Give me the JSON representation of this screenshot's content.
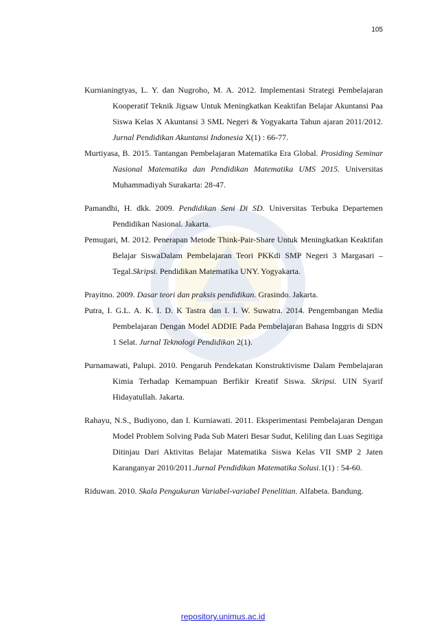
{
  "page_number": "105",
  "references": [
    {
      "before": "Kurnianingtyas, L. Y. dan Nugroho, M. A. 2012. Implementasi Strategi Pembelajaran Kooperatif Teknik Jigsaw Untuk Meningkatkan Keaktifan Belajar Akuntansi Paa Siswa Kelas X Akuntansi 3 SML Negeri & Yogyakarta Tahun ajaran 2011/2012. ",
      "italic": "Jurnal Pendidikan Akuntansi Indonesia",
      "after": " X(1) : 66-77."
    },
    {
      "before": "Murtiyasa, B. 2015. Tantangan Pembelajaran Matematika Era Global. ",
      "italic": "Prosiding Seminar Nasional Matematika dan Pendidikan Matematika UMS 2015.",
      "after": " Universitas Muhammadiyah Surakarta: 28-47."
    },
    {
      "before": "Pamandhi, H. dkk. 2009. ",
      "italic": "Pendidikan Seni Di SD.",
      "after": " Universitas Terbuka Departemen Pendidikan Nasional. Jakarta."
    },
    {
      "before": "Pemugari, M. 2012. Penerapan Metode Think-Pair-Share Untuk Meningkatkan Keaktifan Belajar SiswaDalam Pembelajaran Teori PKKdi SMP Negeri 3 Margasari – Tegal.",
      "italic": "Skripsi.",
      "after": " Pendidikan Matematika UNY. Yogyakarta."
    },
    {
      "before": "Prayitno. 2009. ",
      "italic": "Dasar teori dan praksis pendidikan.",
      "after": " Grasindo. Jakarta."
    },
    {
      "before": "Putra, I. G.L. A. K. I. D. K Tastra dan I. I. W. Suwatra. 2014. Pengembangan Media Pembelajaran Dengan Model ADDIE Pada Pembelajaran Bahasa Inggris di SDN 1 Selat. ",
      "italic": "Jurnal Teknologi Pendidikan",
      "after": " 2(1)."
    },
    {
      "before": "Purnamawati, Palupi. 2010. Pengaruh Pendekatan Konstruktivisme Dalam Pembelajaran Kimia Terhadap Kemampuan Berfikir Kreatif Siswa. ",
      "italic": "Skripsi.",
      "after": " UIN Syarif Hidayatullah. Jakarta."
    },
    {
      "before": "Rahayu, N.S., Budiyono, dan I. Kurniawati. 2011. Eksperimentasi Pembelajaran Dengan Model Problem Solving Pada Sub Materi Besar Sudut, Keliling dan Luas Segitiga Ditinjau Dari Aktivitas Belajar Matematika Siswa Kelas VII SMP 2 Jaten Karanganyar 2010/2011.",
      "italic": "Jurnal Pendidikan Matematika Solusi.",
      "after": "1(1) : 54-60."
    },
    {
      "before": "Riduwan. 2010. ",
      "italic": "Skala Pengukuran Variabel-variabel Penelitian",
      "after": ". Alfabeta. Bandung."
    }
  ],
  "footer_link": "repository.unimus.ac.id"
}
